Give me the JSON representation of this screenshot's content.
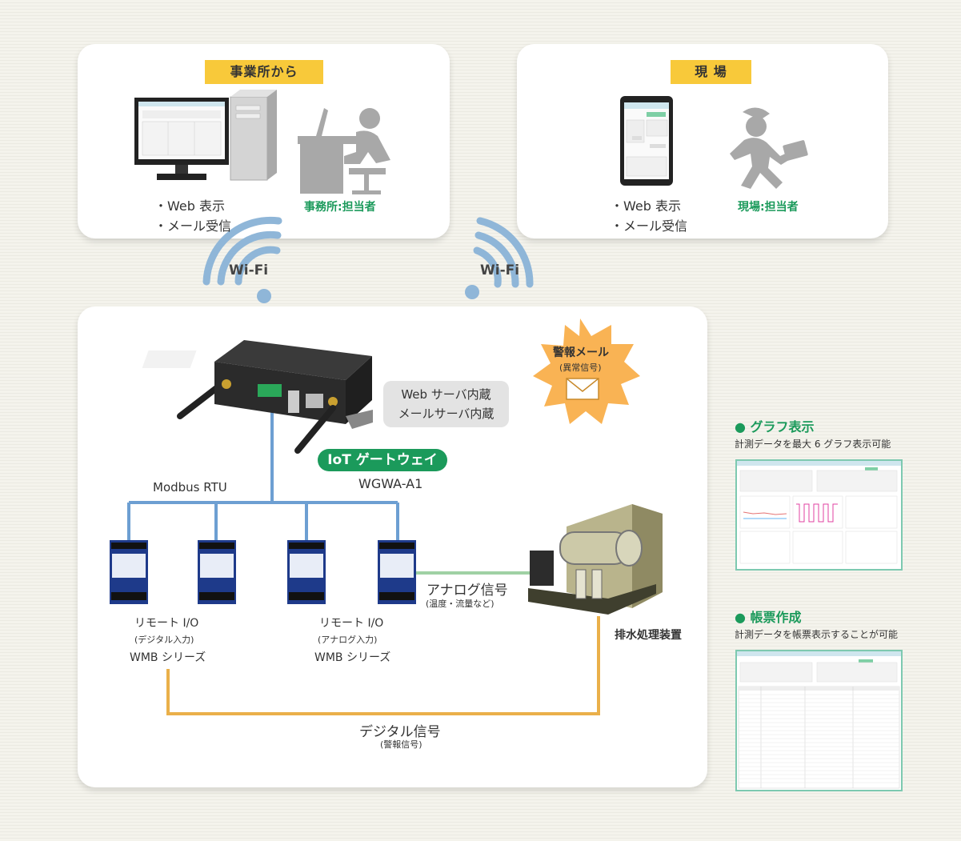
{
  "office": {
    "tag": "事業所から",
    "items": [
      "・Web 表示",
      "・メール受信"
    ],
    "person_label": "事務所:担当者"
  },
  "field": {
    "tag": "現 場",
    "items": [
      "・Web 表示",
      "・メール受信"
    ],
    "person_label": "現場:担当者"
  },
  "wifi": [
    "Wi-Fi",
    "Wi-Fi"
  ],
  "alarm": {
    "title": "警報メール",
    "sub": "(異常信号)"
  },
  "server": {
    "line1": "Web サーバ内蔵",
    "line2": "メールサーバ内蔵"
  },
  "gateway": {
    "name": "IoT ゲートウェイ",
    "model": "WGWA-A1"
  },
  "bus_label": "Modbus RTU",
  "remote_digital": {
    "line1": "リモート I/O",
    "line2": "(デジタル入力)",
    "line3": "WMB シリーズ"
  },
  "remote_analog": {
    "line1": "リモート I/O",
    "line2": "(アナログ入力)",
    "line3": "WMB シリーズ"
  },
  "analog_signal": {
    "title": "アナログ信号",
    "sub": "(温度・流量など)"
  },
  "equipment_label": "排水処理装置",
  "digital_signal": {
    "title": "デジタル信号",
    "sub": "(警報信号)"
  },
  "graph_feature": {
    "title": "グラフ表示",
    "desc": "計測データを最大 6 グラフ表示可能"
  },
  "report_feature": {
    "title": "帳票作成",
    "desc": "計測データを帳票表示することが可能"
  },
  "colors": {
    "accent_green": "#1b9a5b",
    "tag_yellow": "#f8c93a",
    "wifi_blue": "#8fb6d8",
    "bus_blue": "#6d9fd2",
    "digital_orange": "#eab04a",
    "analog_green": "#9fd1a4",
    "burst_orange": "#f9b354"
  }
}
